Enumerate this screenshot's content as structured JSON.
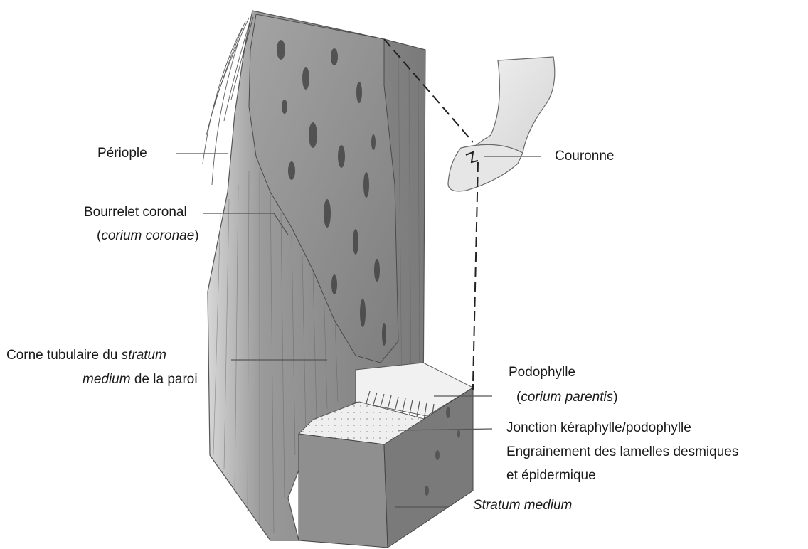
{
  "labels": {
    "periople": "Périople",
    "couronne": "Couronne",
    "bourrelet": {
      "line1": "Bourrelet coronal",
      "paren_open": "(",
      "latin": "corium coronae",
      "paren_close": ")"
    },
    "corne": {
      "line1_prefix": "Corne tubulaire du ",
      "line1_latin": "stratum",
      "line2_latin": "medium",
      "line2_suffix": " de la paroi"
    },
    "podophylle": {
      "line1": "Podophylle",
      "paren_open": "(",
      "latin": "corium parentis",
      "paren_close": ")"
    },
    "jonction": {
      "line1": "Jonction kéraphylle/podophylle",
      "line2": "Engrainement des lamelles desmiques",
      "line3": "et épidermique"
    },
    "stratum_medium": "Stratum medium"
  },
  "colors": {
    "leader": "#555555",
    "dashed": "#222222",
    "horn": "#8e8e8e",
    "horn_dark": "#6b6b6b",
    "corium": "#9a9a9a",
    "lamellae": "#bdbdbd"
  }
}
